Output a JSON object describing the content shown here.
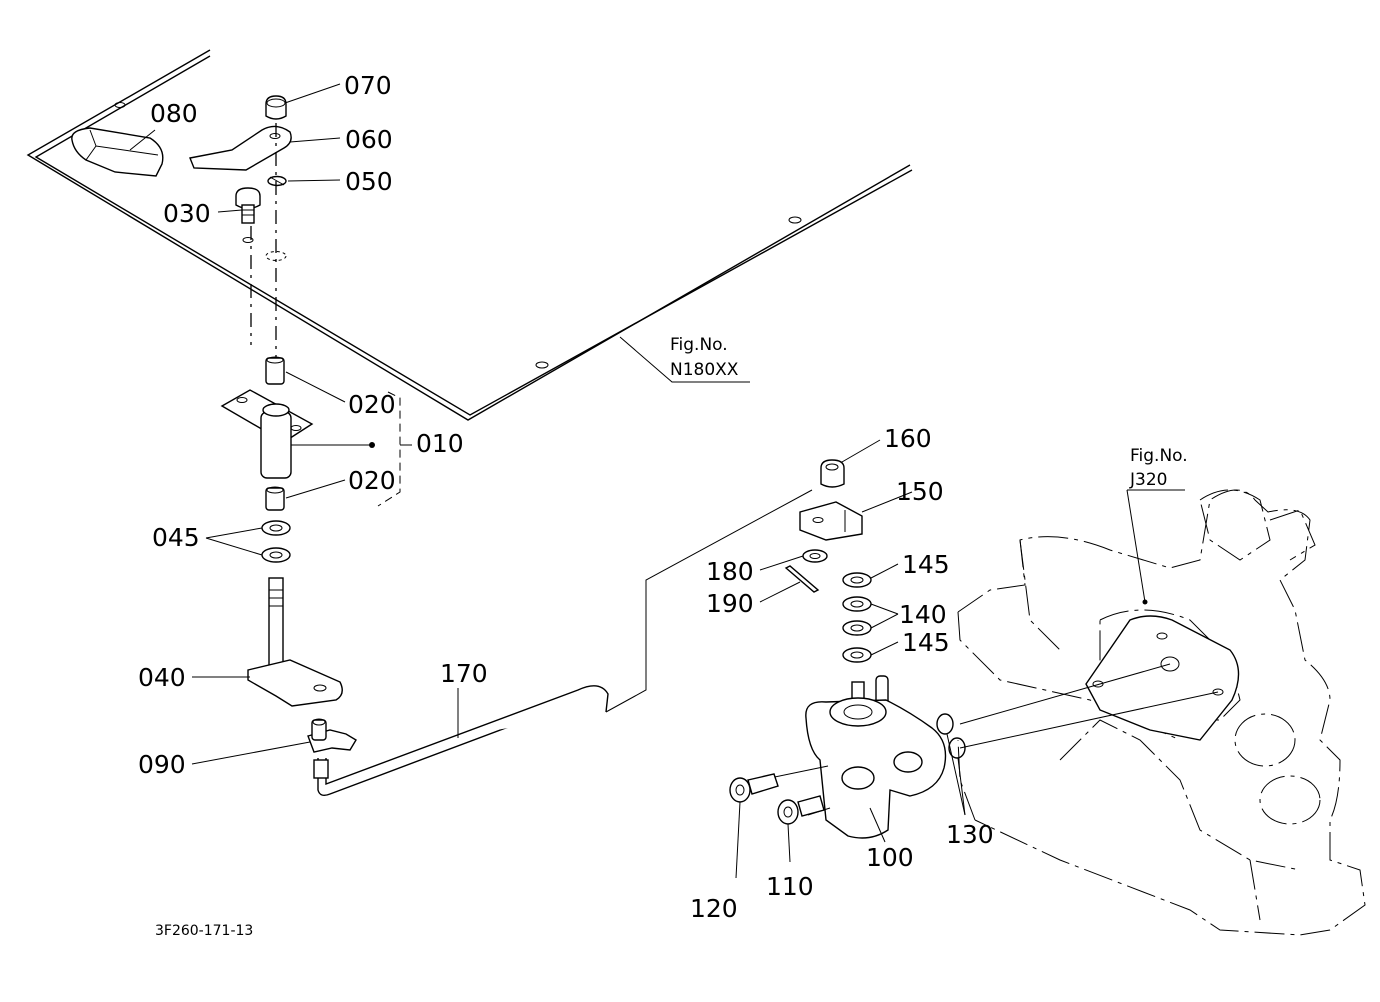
{
  "labels": {
    "p070": "070",
    "p080": "080",
    "p060": "060",
    "p050": "050",
    "p030": "030",
    "p020a": "020",
    "p010": "010",
    "p020b": "020",
    "p045": "045",
    "p040": "040",
    "p090": "090",
    "p170": "170",
    "p160": "160",
    "p150": "150",
    "p180": "180",
    "p190": "190",
    "p145a": "145",
    "p140": "140",
    "p145b": "145",
    "p120": "120",
    "p110": "110",
    "p100": "100",
    "p130": "130"
  },
  "figrefs": {
    "n180_label": "Fig.No.",
    "n180_code": "N180XX",
    "j320_label": "Fig.No.",
    "j320_code": "J320"
  },
  "drawing_code": "3F260-171-13"
}
